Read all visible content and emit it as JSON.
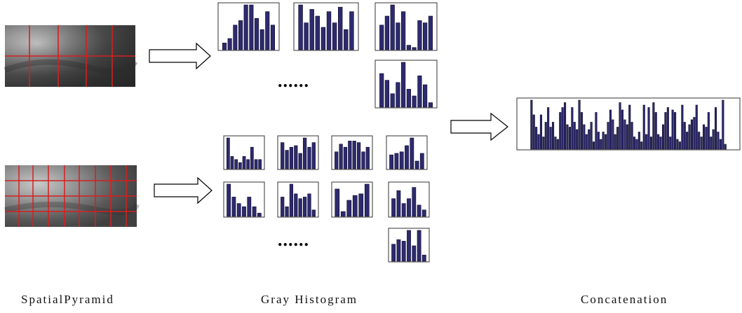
{
  "captions": {
    "left": "SpatialPyramid",
    "middle": "Gray Histogram",
    "right": "Concatenation"
  },
  "ellipsis": "......",
  "colors": {
    "bar_fill": "#2e2a6e",
    "bar_stroke": "#0c0a2a",
    "frame": "#333333",
    "grid": "#d42020",
    "arrow": "#000000"
  },
  "levels": [
    {
      "grid": "2x4",
      "histograms": [
        [
          0.15,
          0.25,
          0.55,
          0.65,
          1.0,
          1.0,
          0.7,
          0.45,
          0.85,
          0.55
        ],
        [
          1.0,
          0.6,
          0.9,
          0.75,
          0.5,
          0.85,
          0.6,
          0.95,
          0.45,
          0.85
        ],
        [
          0.55,
          0.75,
          1.0,
          0.6,
          0.85,
          0.1,
          0.05,
          0.65,
          0.6,
          0.75
        ],
        [
          0.75,
          0.6,
          0.3,
          0.55,
          1.0,
          0.4,
          0.25,
          0.7,
          0.5,
          0.1
        ]
      ]
    },
    {
      "grid": "4x8",
      "histograms": [
        [
          1.0,
          0.4,
          0.3,
          0.2,
          0.4,
          0.3,
          0.7,
          0.3,
          0.3
        ],
        [
          0.85,
          0.6,
          0.7,
          0.75,
          0.5,
          1.0,
          0.7,
          0.85
        ],
        [
          0.55,
          0.8,
          0.7,
          0.9,
          0.9,
          0.85,
          0.55,
          0.7
        ],
        [
          0.45,
          0.5,
          0.55,
          0.75,
          1.0,
          0.25,
          0.5
        ],
        [
          1.0,
          0.6,
          0.4,
          0.3,
          0.6,
          0.3,
          0.1
        ],
        [
          0.6,
          0.3,
          1.0,
          0.7,
          0.55,
          0.6,
          0.7,
          0.2
        ],
        [
          0.85,
          0.15,
          0.5,
          0.65,
          0.7,
          1.0
        ],
        [
          0.55,
          0.8,
          0.4,
          0.55,
          0.9,
          0.35,
          0.2
        ],
        [
          0.55,
          0.7,
          0.65,
          1.0,
          0.5,
          1.0,
          0.2
        ]
      ]
    }
  ],
  "concatenated_histogram": [
    1.0,
    0.7,
    0.45,
    0.3,
    0.7,
    0.25,
    0.55,
    0.85,
    0.45,
    0.55,
    0.25,
    0.2,
    0.75,
    0.85,
    0.95,
    0.5,
    0.45,
    0.85,
    0.55,
    0.4,
    1.0,
    0.75,
    0.5,
    0.3,
    0.4,
    0.55,
    0.15,
    0.75,
    0.35,
    0.2,
    0.35,
    0.3,
    0.55,
    0.8,
    0.6,
    0.3,
    0.45,
    0.95,
    0.8,
    0.6,
    0.5,
    0.9,
    0.55,
    0.25,
    0.2,
    0.35,
    0.15,
    0.9,
    0.3,
    0.85,
    0.25,
    0.95,
    0.75,
    0.3,
    0.25,
    0.5,
    0.75,
    0.85,
    0.25,
    0.8,
    0.75,
    0.2,
    0.15,
    0.9,
    0.55,
    0.35,
    0.5,
    0.6,
    0.65,
    0.9,
    0.35,
    0.25,
    0.5,
    0.45,
    0.75,
    0.25,
    0.4,
    0.85,
    0.35,
    0.2,
    1.0,
    0.1
  ]
}
